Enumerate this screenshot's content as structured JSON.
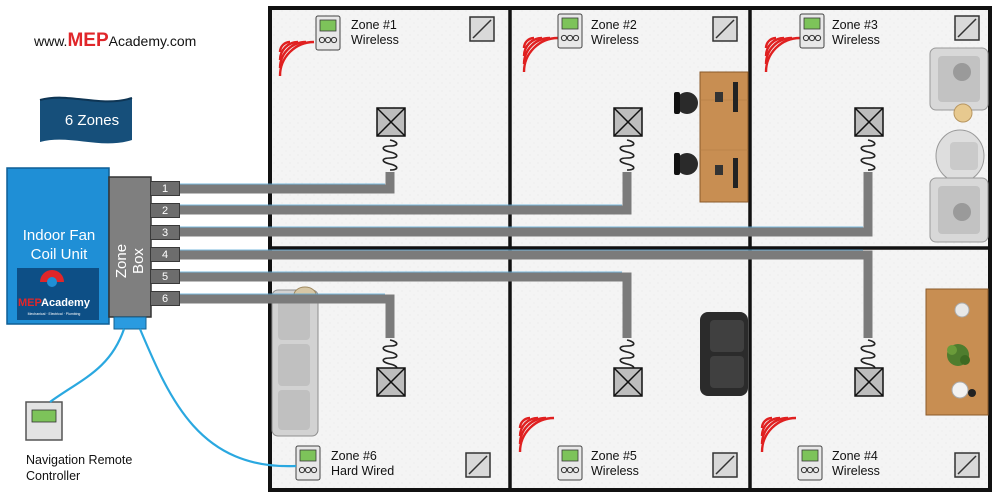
{
  "website": {
    "prefix": "www.",
    "brand": "MEP",
    "suffix": "Academy.com"
  },
  "banner": {
    "label": "6 Zones"
  },
  "fan_coil": {
    "line1": "Indoor Fan",
    "line2": "Coil Unit"
  },
  "logo": {
    "text_red": "MEP",
    "text_blue": "Academy",
    "tagline": "Mechanical · Electrical · Plumbing"
  },
  "zone_box": {
    "label": "Zone Box",
    "ports": [
      "1",
      "2",
      "3",
      "4",
      "5",
      "6"
    ]
  },
  "zones": [
    {
      "title": "Zone #1",
      "type": "Wireless"
    },
    {
      "title": "Zone #2",
      "type": "Wireless"
    },
    {
      "title": "Zone #3",
      "type": "Wireless"
    },
    {
      "title": "Zone #4",
      "type": "Wireless"
    },
    {
      "title": "Zone #5",
      "type": "Wireless"
    },
    {
      "title": "Zone #6",
      "type": "Hard Wired"
    }
  ],
  "remote": {
    "line1": "Navigation Remote",
    "line2": "Controller"
  },
  "colors": {
    "duct": "#7b7b7b",
    "wire": "#2aa8e0",
    "signal": "#e02020",
    "fcu": "#1f8fd6",
    "wall": "#111111"
  }
}
